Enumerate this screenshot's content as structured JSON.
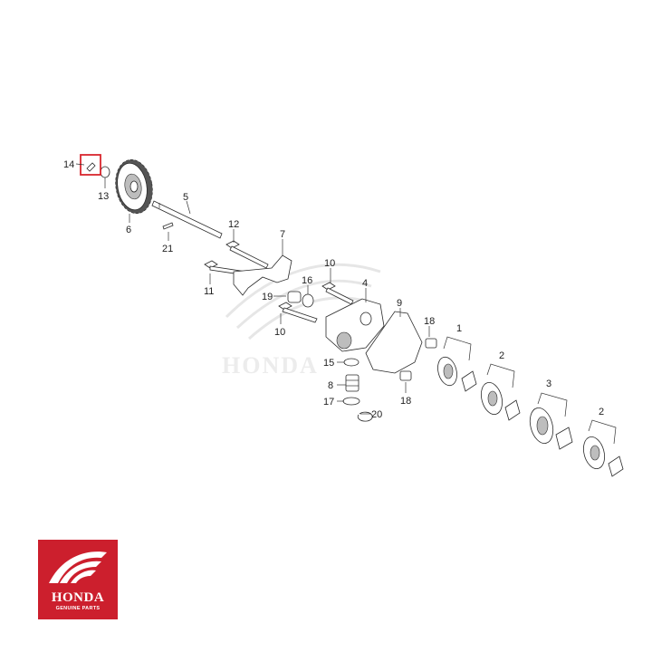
{
  "diagram": {
    "callouts": {
      "c1": "1",
      "c2a": "2",
      "c2b": "2",
      "c3": "3",
      "c4": "4",
      "c5": "5",
      "c6": "6",
      "c7": "7",
      "c8": "8",
      "c9": "9",
      "c10a": "10",
      "c10b": "10",
      "c11": "11",
      "c12": "12",
      "c13": "13",
      "c14": "14",
      "c15": "15",
      "c16": "16",
      "c17": "17",
      "c18a": "18",
      "c18b": "18",
      "c19": "19",
      "c20": "20",
      "c21": "21"
    },
    "highlighted_part": "14",
    "highlight_color": "#d9262e"
  },
  "logo": {
    "brand": "HONDA",
    "subtitle": "GENUINE PARTS",
    "background_color": "#cc1f2d"
  }
}
